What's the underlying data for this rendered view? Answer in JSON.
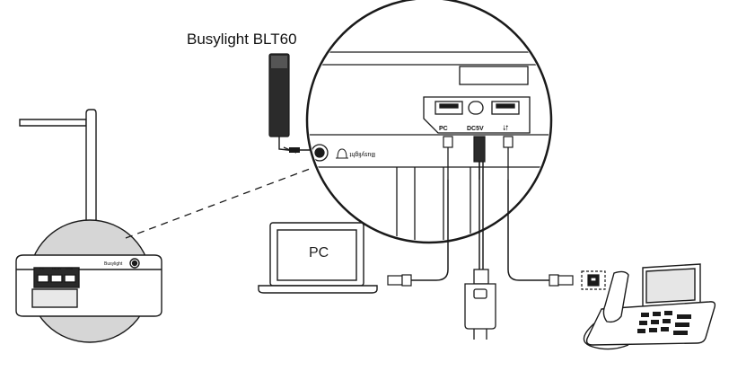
{
  "title": "Busylight BLT60",
  "pc_screen_label": "PC",
  "port_labels": {
    "pc": "PC",
    "dc": "DC5V",
    "usb_symbol": "⮃",
    "busylight_mark": "Busylight"
  },
  "small_port_labels": {
    "pc": "PC",
    "dc": "DC5V",
    "usb": "USB"
  },
  "colors": {
    "line": "#1a1a1a",
    "magnifier_fill": "#d9d9d9",
    "device_fill": "#2b2b2b",
    "phone_screen": "#3a3a3a"
  },
  "icons": [
    "bell-icon",
    "usb-icon",
    "phone-icon"
  ]
}
